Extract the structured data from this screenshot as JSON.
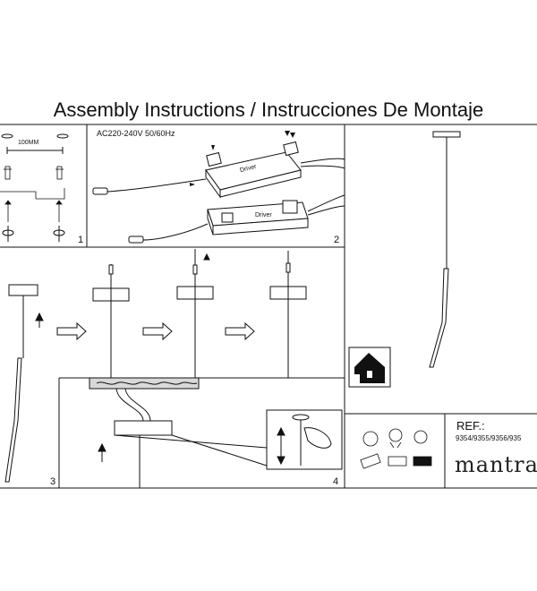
{
  "document": {
    "title": "Assembly Instructions / Instrucciones De Montaje",
    "supply_label": "AC220-240V 50/60Hz",
    "dimension_label": "100MM",
    "driver_label": "Driver",
    "panel_numbers": [
      "1",
      "2",
      "3",
      "4"
    ],
    "reference": {
      "label": "REF.:",
      "codes": "9354/9355/9356/935",
      "brand": "mantra"
    }
  },
  "colors": {
    "line": "#111111",
    "brand_accent": "#c7d400",
    "gray_fill": "#d9d9d9"
  },
  "icons": [
    "screw-icon",
    "screwdriver-icon",
    "driver-box-icon",
    "house-icon",
    "arrow-icon",
    "hand-icon",
    "warning-icons"
  ]
}
